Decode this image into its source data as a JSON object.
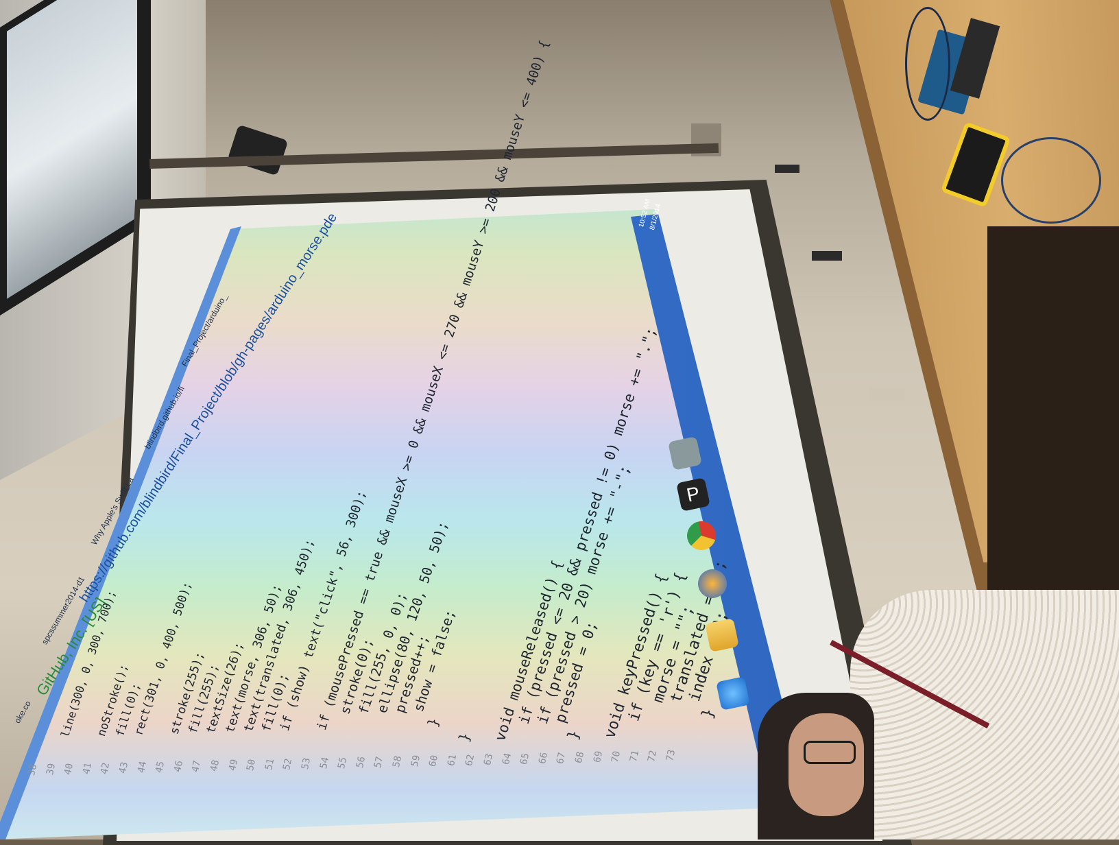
{
  "browser": {
    "tabs": [
      "oke.co",
      "spcssummer2014-d1",
      "Why Apple's Swift La",
      "blindbird.github.io/fi",
      "Final_Project/arduino_"
    ],
    "org_badge": "GitHub, Inc. [US]",
    "url": "https://github.com/blindbird/Final_Project/blob/gh-pages/arduino_morse.pde"
  },
  "code": {
    "line_numbers": [
      "38",
      "39",
      "40",
      "41",
      "42",
      "43",
      "44",
      "45",
      "46",
      "47",
      "48",
      "49",
      "50",
      "51",
      "52",
      "53",
      "54",
      "55",
      "56",
      "57",
      "58",
      "59",
      "60",
      "61",
      "62",
      "63",
      "64",
      "65",
      "66",
      "67",
      "68",
      "69",
      "70",
      "71",
      "72",
      "73"
    ],
    "lines": [
      "",
      "  line(300, 0, 300, 700);",
      "",
      "  noStroke();",
      "  fill(0);",
      "  rect(301, 0, 400, 500);",
      "",
      "  stroke(255);",
      "  fill(255);",
      "  textSize(26);",
      "  text(morse, 306, 50);",
      "  text(translated, 306, 450);",
      "  fill(0);",
      "  if (show) text(\"click\", 56, 300);",
      "",
      "  if (mousePressed == true && mouseX >= 0 && mouseX <= 270 && mouseY >= 200 && mouseY <= 400) {",
      "    stroke(0);",
      "    fill(255, 0, 0);",
      "    ellipse(80, 120, 50, 50);",
      "    pressed++;",
      "    show = false;",
      "  }",
      "",
      "}",
      "",
      "void mouseReleased() {",
      "  if (pressed <= 20 && pressed != 0) morse += \".\";",
      "  if (pressed > 20) morse += \"-\";",
      "  pressed = 0;",
      "}",
      "",
      "void keyPressed() {",
      "  if (key == 'r') {",
      "    morse = \"\";",
      "    translated = \"\";",
      "    index = 0;",
      "  }"
    ]
  },
  "taskbar": {
    "clock_time": "10:52 AM",
    "clock_date": "8/1/2014",
    "icons": [
      "ie-icon",
      "explorer-icon",
      "media-player-icon",
      "chrome-icon",
      "processing-icon",
      "app-icon"
    ]
  },
  "colors": {
    "taskbar": "#2a5fb8",
    "keyword": "#b0262a",
    "number": "#2b8aa8",
    "url_green": "#2a8a3a"
  }
}
